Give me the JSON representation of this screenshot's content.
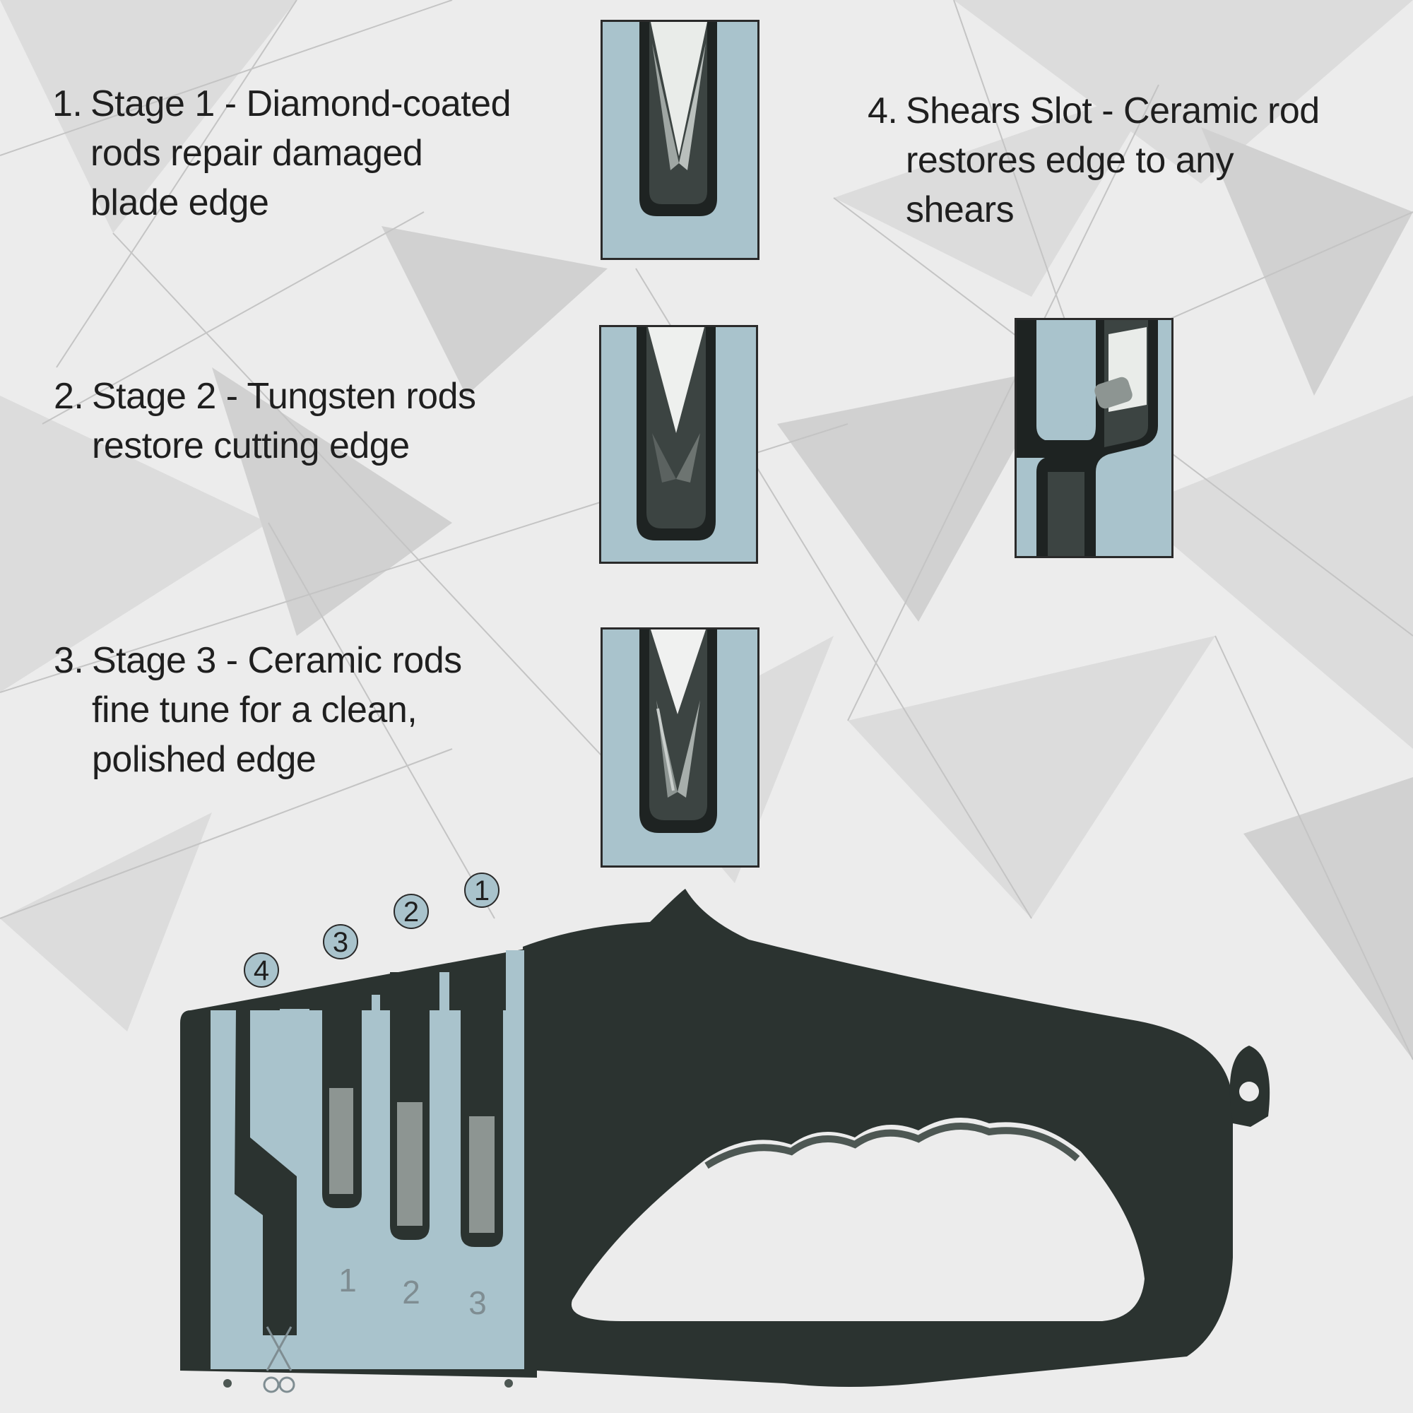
{
  "stages": [
    {
      "number": "1.",
      "lines": [
        "Stage 1 - Diamond-coated",
        "rods repair damaged",
        "blade edge"
      ]
    },
    {
      "number": "2.",
      "lines": [
        "Stage 2 - Tungsten rods",
        "restore cutting edge"
      ]
    },
    {
      "number": "3.",
      "lines": [
        "Stage 3 - Ceramic rods",
        "fine tune for a clean,",
        "polished edge"
      ]
    },
    {
      "number": "4.",
      "lines": [
        "Shears Slot - Ceramic rod",
        "restores edge to any",
        "shears"
      ]
    }
  ],
  "slot_badges": [
    "4",
    "3",
    "2",
    "1"
  ],
  "slot_engravings": [
    "1",
    "2",
    "3"
  ],
  "colors": {
    "background": "#ececec",
    "panel_blue": "#a9c3cc",
    "body_dark": "#2b3330",
    "text": "#1f1f1f"
  },
  "icons": [
    "scissors-icon",
    "sharpener-icon"
  ]
}
